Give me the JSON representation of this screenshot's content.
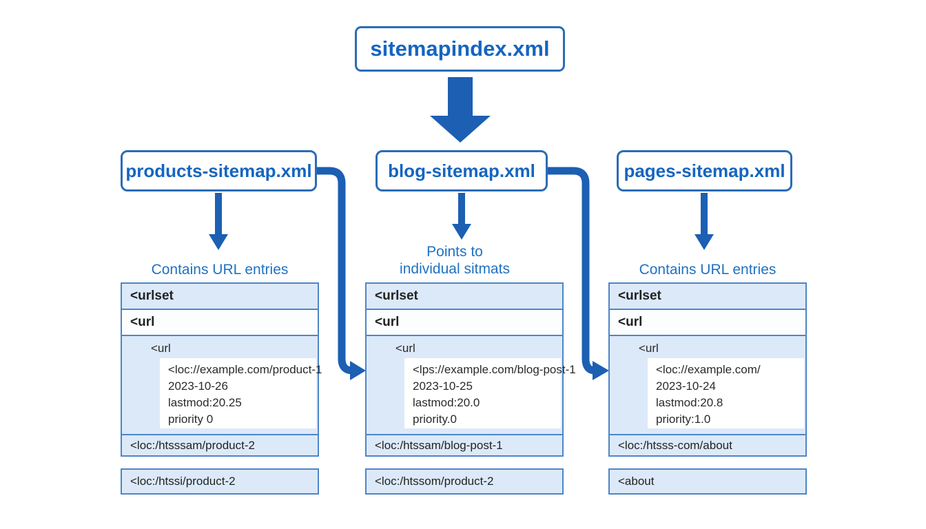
{
  "diagram": {
    "root": {
      "label": "sitemapindex.xml"
    },
    "children": [
      {
        "label": "products-sitemap.xml",
        "caption": [
          "Contains URL entries"
        ]
      },
      {
        "label": "blog-sitemap.xml",
        "caption": [
          "Points to",
          "individual sitmats"
        ]
      },
      {
        "label": "pages-sitemap.xml",
        "caption": [
          "Contains URL entries"
        ]
      }
    ],
    "panels": [
      {
        "open_tags": [
          "<urlset",
          "<url"
        ],
        "entry_tag": "<url",
        "entry_lines": [
          "<loc://example.com/product-1",
          "2023-10-26",
          "lastmod:20.25",
          "priority 0"
        ],
        "footer_row": "<loc:/htsssam/product-2",
        "standalone_row": "<loc:/htssi/product-2"
      },
      {
        "open_tags": [
          "<urlset",
          "<url"
        ],
        "entry_tag": "<url",
        "entry_lines": [
          "<lps://example.com/blog-post-1",
          "2023-10-25",
          "lastmod:20.0",
          "priority.0"
        ],
        "footer_row": "<loc:/htssam/blog-post-1",
        "standalone_row": "<loc:/htssom/product-2"
      },
      {
        "open_tags": [
          "<urlset",
          "<url"
        ],
        "entry_tag": "<url",
        "entry_lines": [
          "<loc://example.com/",
          "2023-10-24",
          "lastmod:20.8",
          "priority:1.0"
        ],
        "footer_row": "<loc:/htsss-com/about",
        "standalone_row": "<about"
      }
    ],
    "colors": {
      "accent_text": "#1565c0",
      "arrow": "#1c5fb3",
      "panel_border": "#4c86c6",
      "row_bg": "#dce9f8",
      "caption": "#1f72c2"
    }
  }
}
